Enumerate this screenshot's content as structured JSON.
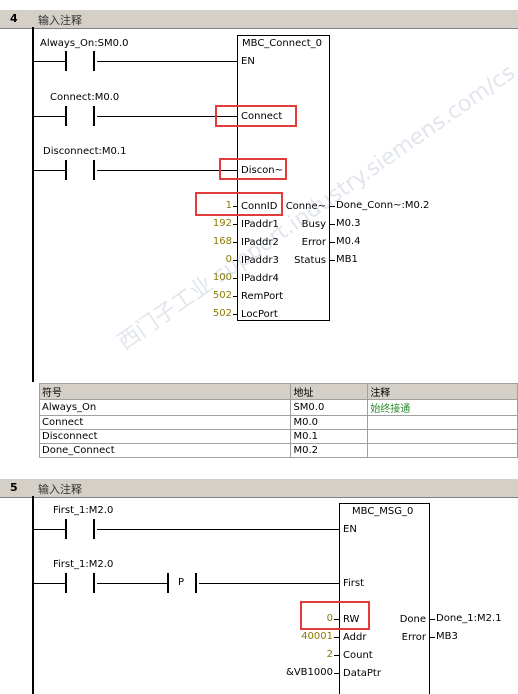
{
  "networks": [
    {
      "number": "4",
      "comment": "输入注释",
      "block_title": "MBC_Connect_0",
      "en": "EN",
      "contacts": [
        "Always_On:SM0.0",
        "Connect:M0.0",
        "Disconnect:M0.1"
      ],
      "inputs": [
        {
          "pin": "Connect",
          "value": ""
        },
        {
          "pin": "Discon~",
          "value": ""
        },
        {
          "pin": "ConnID",
          "value": "1"
        },
        {
          "pin": "IPaddr1",
          "value": "192"
        },
        {
          "pin": "IPaddr2",
          "value": "168"
        },
        {
          "pin": "IPaddr3",
          "value": "0"
        },
        {
          "pin": "IPaddr4",
          "value": "100"
        },
        {
          "pin": "RemPort",
          "value": "502"
        },
        {
          "pin": "LocPort",
          "value": "502"
        }
      ],
      "outputs": [
        {
          "pin": "Conne~",
          "value": "Done_Conn~:M0.2"
        },
        {
          "pin": "Busy",
          "value": "M0.3"
        },
        {
          "pin": "Error",
          "value": "M0.4"
        },
        {
          "pin": "Status",
          "value": "MB1"
        }
      ],
      "symbol_table": {
        "headers": [
          "符号",
          "地址",
          "注释"
        ],
        "rows": [
          [
            "Always_On",
            "SM0.0",
            "始终接通"
          ],
          [
            "Connect",
            "M0.0",
            ""
          ],
          [
            "Disconnect",
            "M0.1",
            ""
          ],
          [
            "Done_Connect",
            "M0.2",
            ""
          ]
        ]
      }
    },
    {
      "number": "5",
      "comment": "输入注释",
      "block_title": "MBC_MSG_0",
      "en": "EN",
      "contacts": [
        "First_1:M2.0",
        "First_1:M2.0"
      ],
      "p_label": "P",
      "inputs": [
        {
          "pin": "First",
          "value": ""
        },
        {
          "pin": "RW",
          "value": "0"
        },
        {
          "pin": "Addr",
          "value": "40001"
        },
        {
          "pin": "Count",
          "value": "2"
        },
        {
          "pin": "DataPtr",
          "value": "&VB1000"
        }
      ],
      "outputs": [
        {
          "pin": "Done",
          "value": "Done_1:M2.1"
        },
        {
          "pin": "Error",
          "value": "MB3"
        }
      ]
    }
  ],
  "watermark": "西门子工业 support.industry.siemens.com/cs",
  "colors": {
    "highlight": "#e23b3b",
    "constant": "#8a7a00",
    "comment_green": "#2c8a2c"
  }
}
